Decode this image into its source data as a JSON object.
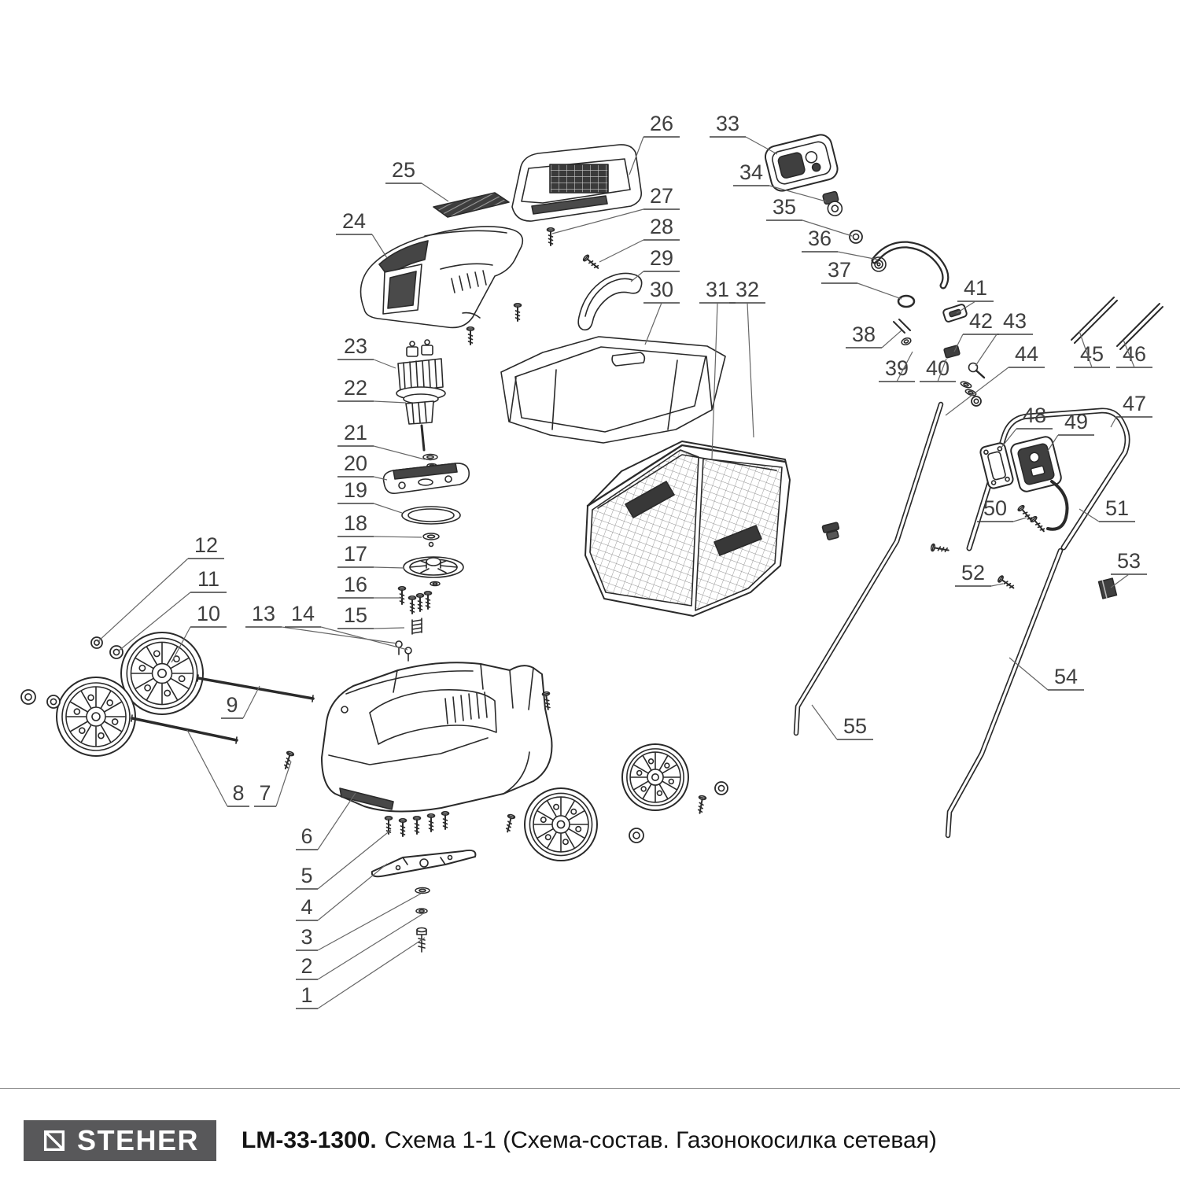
{
  "diagram": {
    "parts": [
      "1",
      "2",
      "3",
      "4",
      "5",
      "6",
      "7",
      "8",
      "9",
      "10",
      "11",
      "12",
      "13",
      "14",
      "15",
      "16",
      "17",
      "18",
      "19",
      "20",
      "21",
      "22",
      "23",
      "24",
      "25",
      "26",
      "27",
      "28",
      "29",
      "30",
      "31",
      "32",
      "33",
      "34",
      "35",
      "36",
      "37",
      "38",
      "39",
      "40",
      "41",
      "42",
      "43",
      "44",
      "45",
      "46",
      "47",
      "48",
      "49",
      "50",
      "51",
      "52",
      "53",
      "54",
      "55"
    ],
    "colors": {
      "line": "#2a2a2a",
      "label": "#3f3f3f",
      "leader": "#666666",
      "divider": "#8a8a8a",
      "dark_fill": "#3f3f3f"
    }
  },
  "footer": {
    "brand": "STEHER",
    "model": "LM-33-1300.",
    "subtitle": "Схема 1-1 (Схема-состав. Газонокосилка сетевая)",
    "logo_bg": "#58585a",
    "logo_fg": "#ffffff"
  }
}
